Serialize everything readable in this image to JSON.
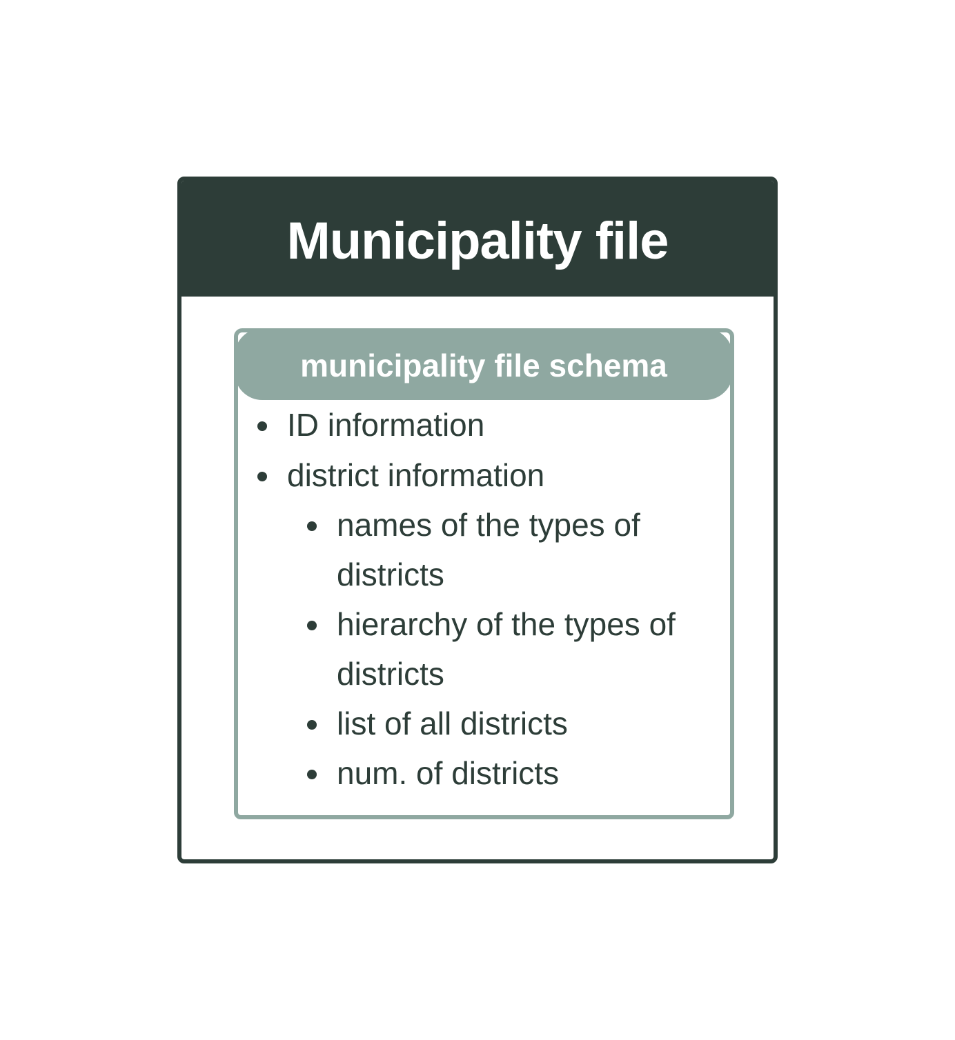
{
  "outer": {
    "title": "Municipality file"
  },
  "schema": {
    "title": "municipality file schema",
    "items": [
      {
        "label": "ID information"
      },
      {
        "label": "district information",
        "children": [
          {
            "line1": "names of the types of",
            "line2": "districts"
          },
          {
            "line1": "hierarchy of the types of",
            "line2": "districts"
          },
          {
            "line1": "list of all districts"
          },
          {
            "line1": "num. of districts"
          }
        ]
      }
    ]
  },
  "colors": {
    "dark": "#2d3d38",
    "muted": "#8fa8a1",
    "background": "#ffffff"
  }
}
